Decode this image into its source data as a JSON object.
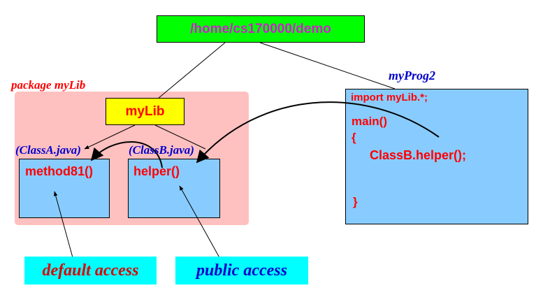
{
  "diagram": {
    "root_dir": "/home/cs170000/demo",
    "package_label": "package myLib",
    "package_dir": "myLib",
    "file_a": {
      "filename": "(ClassA.java)",
      "method": "method81()"
    },
    "file_b": {
      "filename": "(ClassB.java)",
      "method": "helper()"
    },
    "program": {
      "label": "myProg2",
      "code": {
        "import_line": "import  myLib.*;",
        "main_line": "main()",
        "open_brace": "{",
        "call_line": "ClassB.helper();",
        "close_brace": "}"
      }
    },
    "access_labels": {
      "default": "default access",
      "public": "public access"
    }
  },
  "colors": {
    "root_fill": "#00ff00",
    "root_text": "#cc22cc",
    "package_region": "#ffc0c0",
    "mylib_fill": "#ffff00",
    "class_fill": "#88ccff",
    "access_fill": "#00ffff",
    "red_text": "#ff0000",
    "blue_text": "#0000cc"
  }
}
